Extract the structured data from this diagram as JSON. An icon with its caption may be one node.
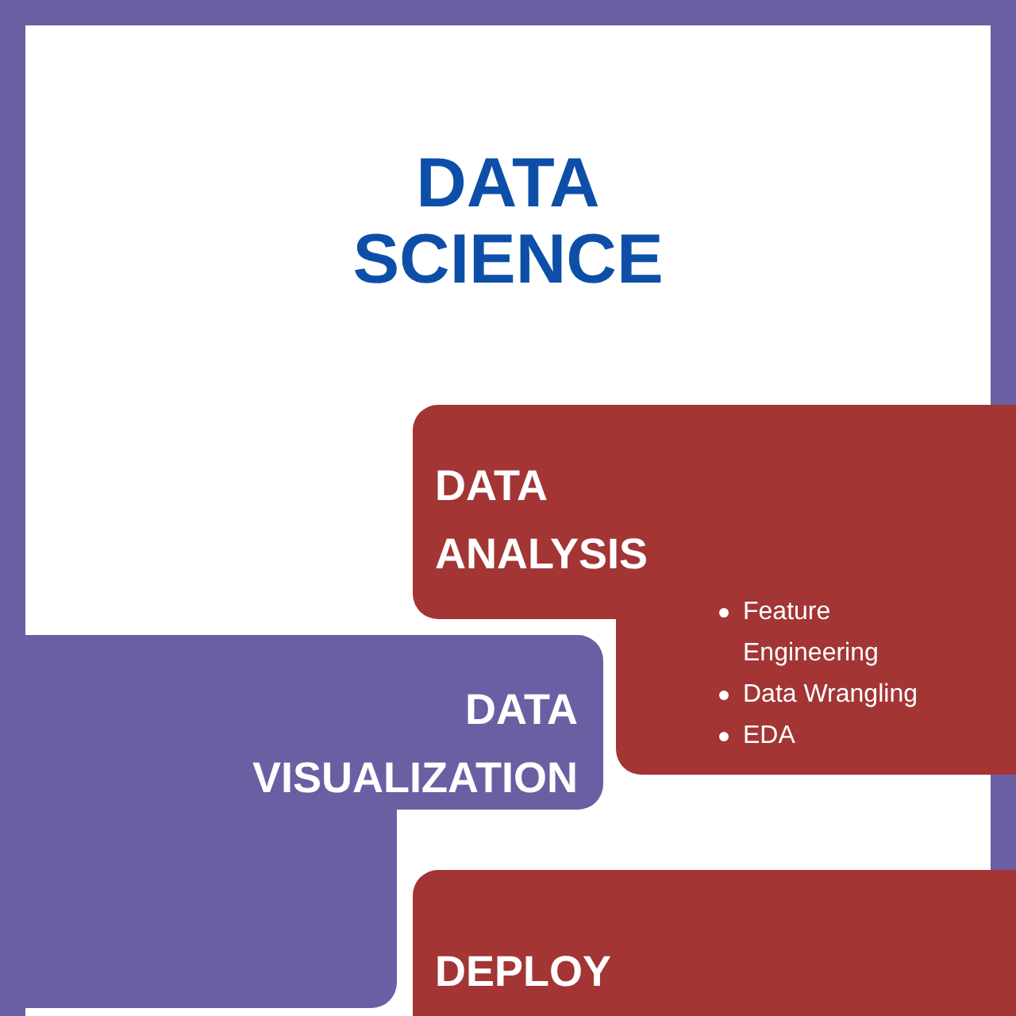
{
  "diagram": {
    "title": "DATA SCIENCE",
    "nodes": [
      {
        "text": [
          "DATA ANALYSIS",
          "Feature Engineering",
          "Data Wrangling",
          "EDA"
        ]
      },
      {
        "text": [
          "DATA VISUALIZATION"
        ]
      },
      {
        "text": [
          "DEPLOY"
        ]
      }
    ]
  }
}
